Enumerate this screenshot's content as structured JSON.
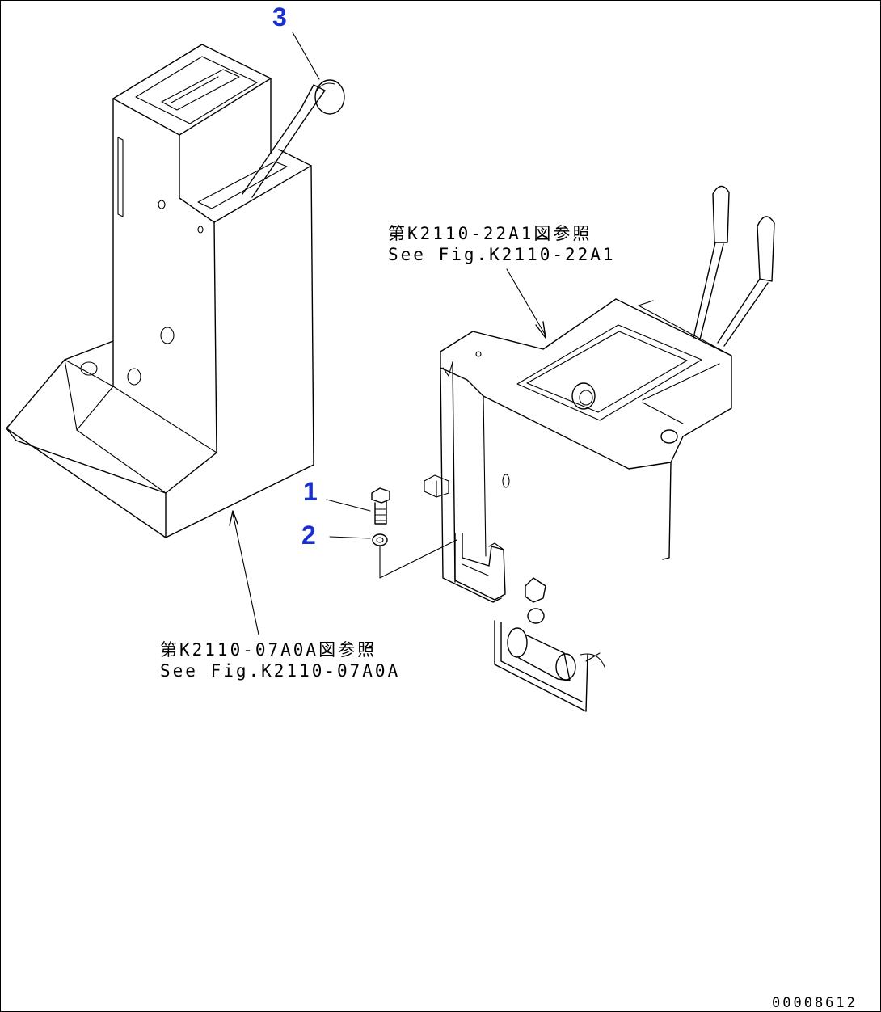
{
  "callouts": [
    {
      "id": "3",
      "label": "3"
    },
    {
      "id": "1",
      "label": "1"
    },
    {
      "id": "2",
      "label": "2"
    }
  ],
  "references": {
    "right": {
      "jp": "第K2110-22A1図参照",
      "en": "See Fig.K2110-22A1"
    },
    "left": {
      "jp": "第K2110-07A0A図参照",
      "en": "See Fig.K2110-07A0A"
    }
  },
  "drawing_number": "00008612",
  "colors": {
    "callout": "#1a2fd0",
    "line": "#000000",
    "background": "#ffffff"
  }
}
